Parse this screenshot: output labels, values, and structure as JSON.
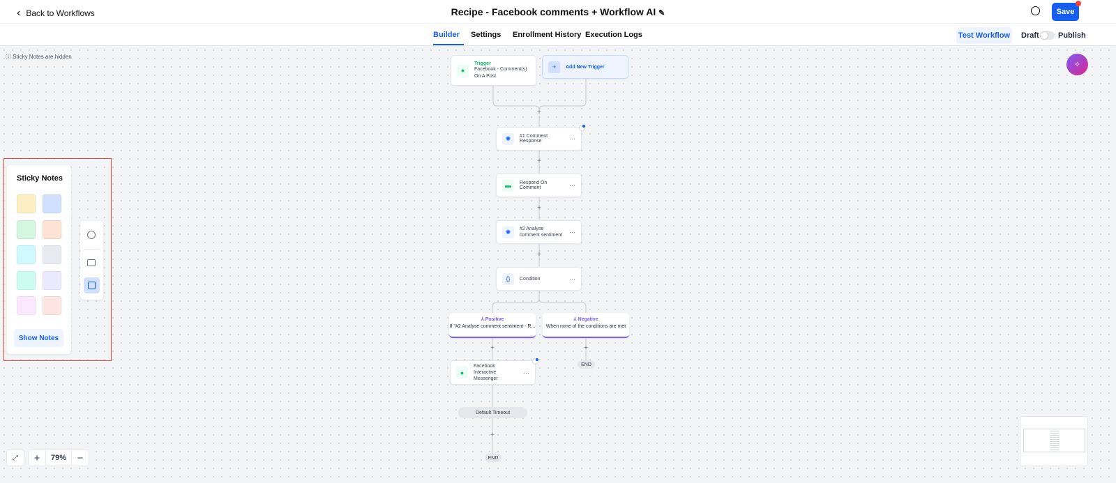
{
  "header": {
    "back_label": "Back to Workflows",
    "title": "Recipe - Facebook comments + Workflow AI",
    "save_label": "Save"
  },
  "tabs": [
    {
      "label": "Builder",
      "active": true
    },
    {
      "label": "Settings"
    },
    {
      "label": "Enrollment History"
    },
    {
      "label": "Execution Logs"
    }
  ],
  "toolbar": {
    "test_label": "Test Workflow",
    "draft_label": "Draft",
    "publish_label": "Publish",
    "published": false
  },
  "canvas": {
    "hidden_notice": "Sticky Notes are hidden",
    "trigger": {
      "label": "Trigger",
      "name": "Facebook - Comment(s) On A Post"
    },
    "add_trigger": "Add New Trigger",
    "steps": [
      {
        "label": "#1 Comment Response"
      },
      {
        "label": "Respond On Comment"
      },
      {
        "label": "#2 Analyse comment sentiment"
      },
      {
        "label": "Condition"
      }
    ],
    "branches": [
      {
        "label": "Positive",
        "desc": "If \"#2 Analyse comment sentiment - R..."
      },
      {
        "label": "Negative",
        "desc": "When none of the conditions are met"
      }
    ],
    "messenger": "Facebook Interactive Messenger",
    "timeout": "Default Timeout",
    "end": "END",
    "plus": "+",
    "more": "···"
  },
  "sticky": {
    "title": "Sticky Notes",
    "button": "Show Notes",
    "colors": [
      "#fdefc3",
      "#d1e0ff",
      "#d3f8df",
      "#fde3d4",
      "#cff9fe",
      "#e8eaf2",
      "#ccfbef",
      "#ebe9fe",
      "#fbe8ff",
      "#fee4e2"
    ]
  },
  "zoom": {
    "level": "79%",
    "plus": "+",
    "minus": "−"
  },
  "colors": {
    "accent": "#155eef",
    "branch": "#7a5af8",
    "highlight": "#f04438"
  }
}
